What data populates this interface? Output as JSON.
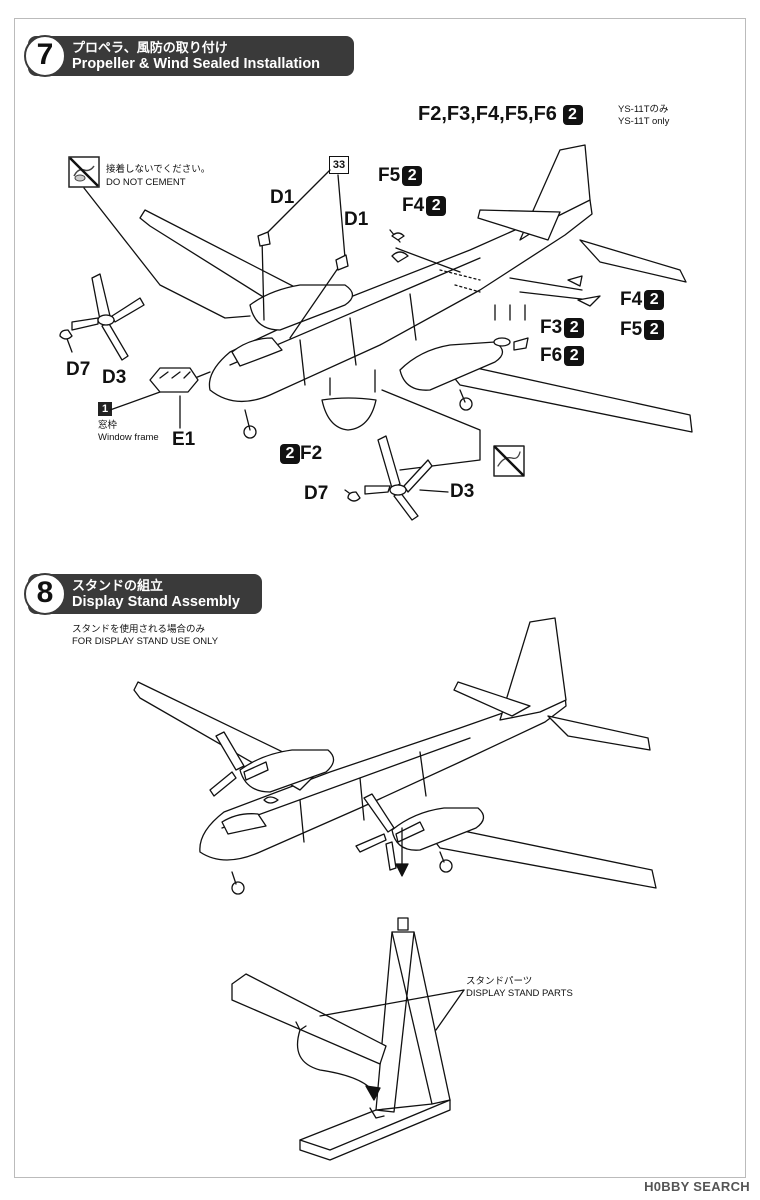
{
  "step7": {
    "number": "7",
    "title_jp": "プロペラ、風防の取り付け",
    "title_en": "Propeller & Wind Sealed Installation",
    "variant_parts": "F2,F3,F4,F5,F6",
    "variant_badge": "2",
    "variant_note_jp": "YS-11Tのみ",
    "variant_note_en": "YS-11T only",
    "cement_jp": "接着しないでください。",
    "cement_en": "DO NOT CEMENT",
    "badge_33": "33",
    "window_badge": "1",
    "window_jp": "窓枠",
    "window_en": "Window frame",
    "labels": {
      "d1_left": "D1",
      "d1_right": "D1",
      "d7_left": "D7",
      "d3_left": "D3",
      "e1": "E1",
      "f2": "F2",
      "d7_bottom": "D7",
      "d3_bottom": "D3",
      "f5_top": "F5",
      "f4_top": "F4",
      "f4_right": "F4",
      "f5_right": "F5",
      "f3": "F3",
      "f6": "F6",
      "part_badge": "2"
    }
  },
  "step8": {
    "number": "8",
    "title_jp": "スタンドの組立",
    "title_en": "Display Stand Assembly",
    "note_jp": "スタンドを使用される場合のみ",
    "note_en": "FOR DISPLAY STAND USE ONLY",
    "stand_jp": "スタンドパーツ",
    "stand_en": "DISPLAY STAND PARTS"
  },
  "watermark": "H0BBY SEARCH"
}
